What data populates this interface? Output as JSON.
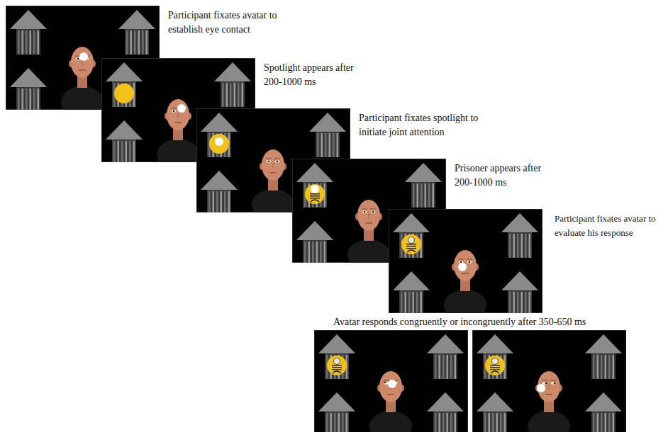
{
  "diagram": {
    "labels": [
      "Participant fixates avatar to establish eye contact",
      "Spotlight appears after 200-1000 ms",
      "Participant fixates spotlight to initiate joint attention",
      "Prisoner appears after 200-1000 ms",
      "Participant fixates avatar to evaluate his response",
      "Avatar responds congruently or incongruently after 350-650 ms"
    ]
  }
}
